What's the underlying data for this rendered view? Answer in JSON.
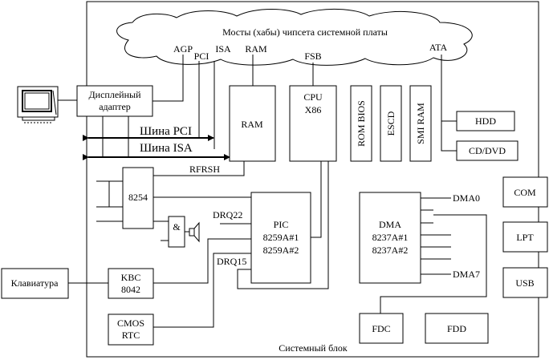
{
  "diagram": {
    "chipset_cloud": "Мосты (хабы) чипсета системной платы",
    "port_labels": {
      "agp": "AGP",
      "pci": "PCI",
      "isa": "ISA",
      "ram": "RAM",
      "fsb": "FSB",
      "ata": "ATA"
    },
    "display_adapter": "Дисплейный адаптер",
    "pci_bus": "Шина PCI",
    "isa_bus": "Шина ISA",
    "ram_block": "RAM",
    "cpu": {
      "line1": "CPU",
      "line2": "X86"
    },
    "rom_bios": "ROM BIOS",
    "escd": "ESCD",
    "smi_ram": "SMI RAM",
    "hdd": "HDD",
    "cd_dvd": "CD/DVD",
    "rfrsh": "RFRSH",
    "timer": "8254",
    "and_gate": "&",
    "drq22": "DRQ22",
    "drq15": "DRQ15",
    "pic": {
      "line1": "PIC",
      "line2": "8259A#1",
      "line3": "8259A#2"
    },
    "dma": {
      "line1": "DMA",
      "line2": "8237A#1",
      "line3": "8237A#2"
    },
    "dma0": "DMA0",
    "dma7": "DMA7",
    "com": "COM",
    "lpt": "LPT",
    "usb": "USB",
    "keyboard": "Клавиатура",
    "kbc": {
      "line1": "KBC",
      "line2": "8042"
    },
    "cmos": {
      "line1": "CMOS",
      "line2": "RTC"
    },
    "fdc": "FDC",
    "fdd": "FDD",
    "system_unit": "Системный блок"
  }
}
